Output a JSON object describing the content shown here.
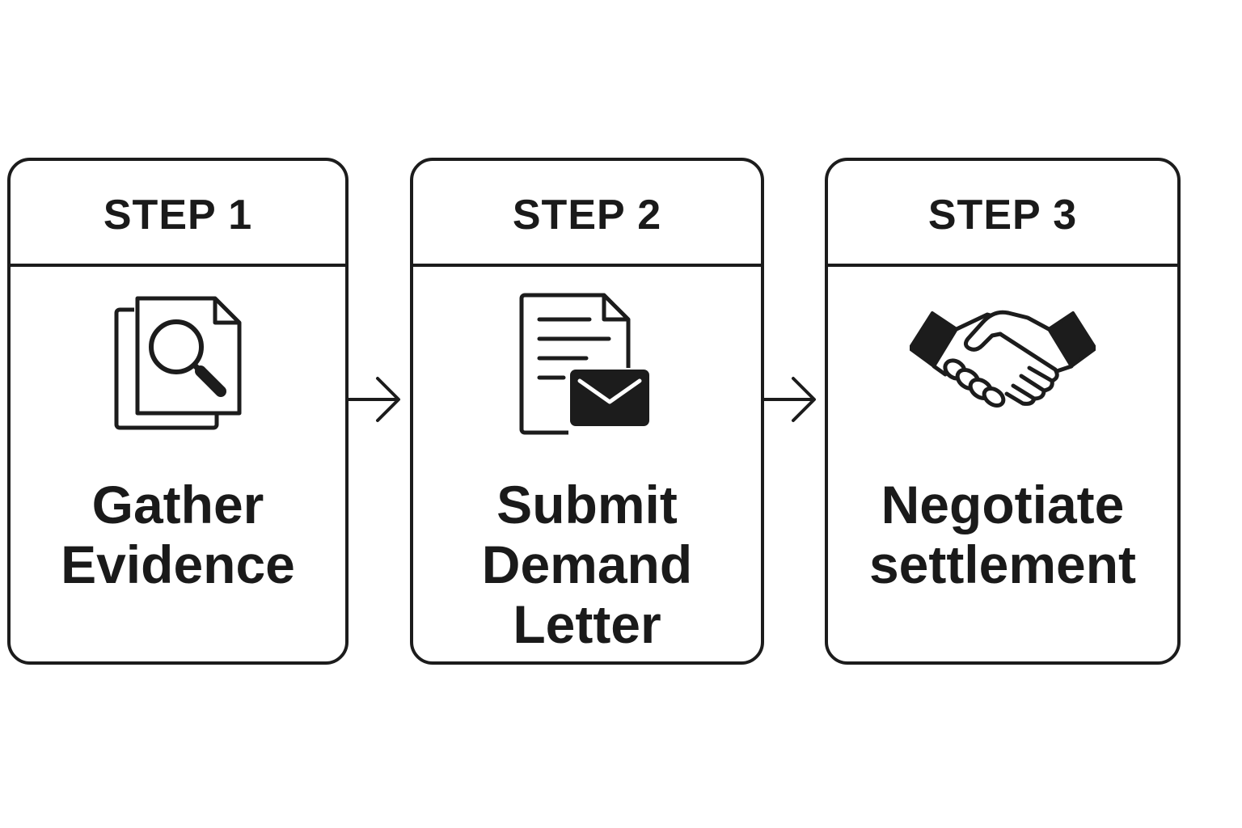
{
  "steps": [
    {
      "label": "STEP 1",
      "title_lines": [
        "Gather",
        "Evidence"
      ],
      "icon": "document-search-icon"
    },
    {
      "label": "STEP 2",
      "title_lines": [
        "Submit",
        "Demand",
        "Letter"
      ],
      "icon": "document-envelope-icon"
    },
    {
      "label": "STEP 3",
      "title_lines": [
        "Negotiate",
        "settlement"
      ],
      "icon": "handshake-icon"
    }
  ],
  "colors": {
    "stroke": "#1c1c1c",
    "text": "#1a1a1a",
    "background": "#ffffff"
  }
}
